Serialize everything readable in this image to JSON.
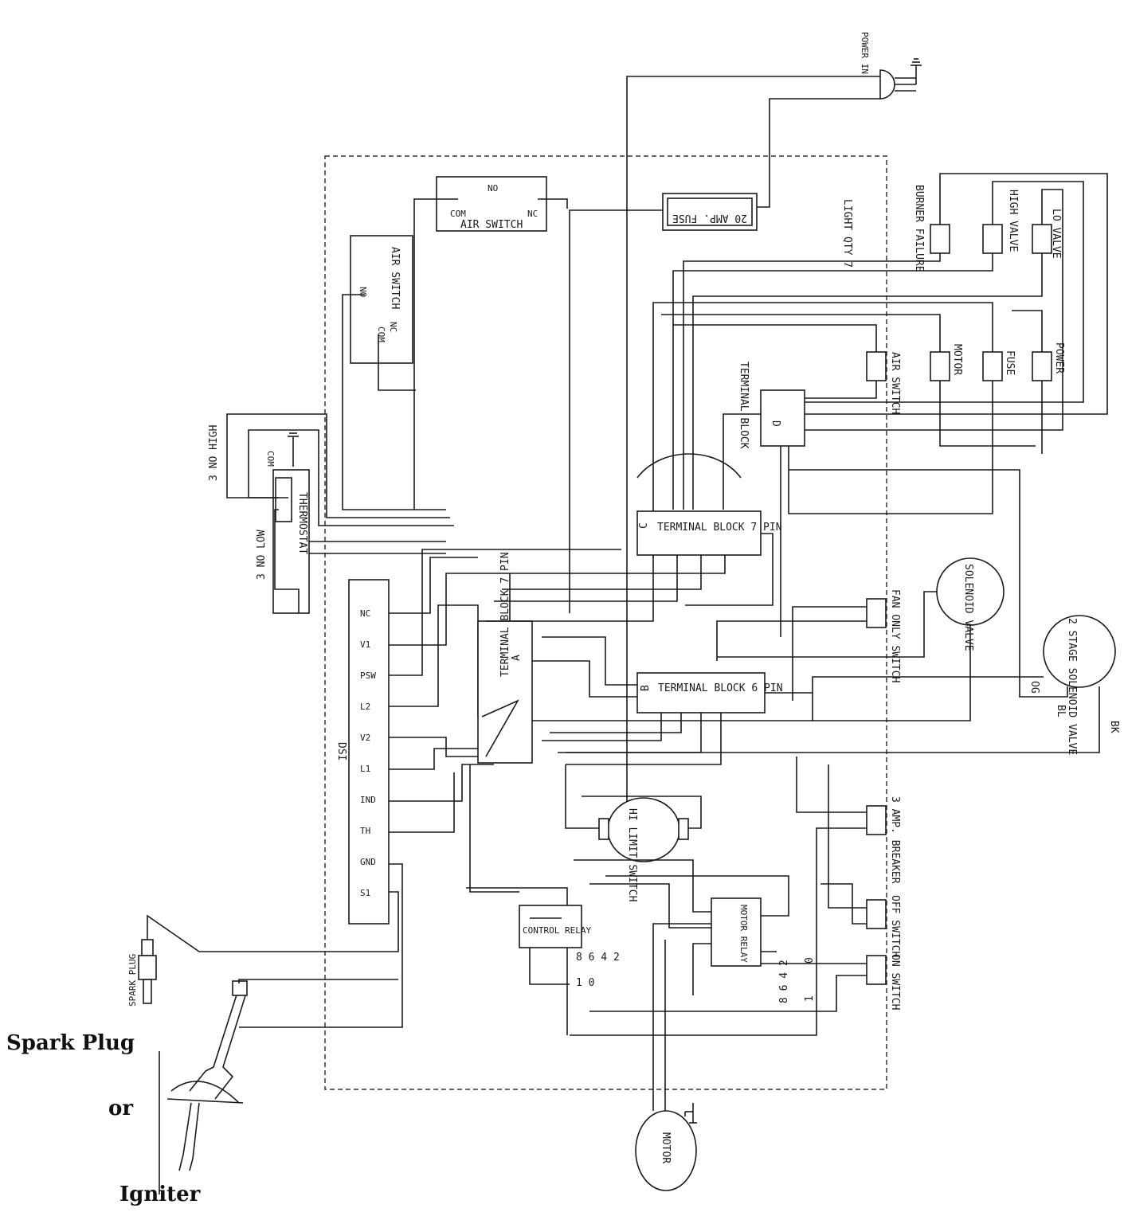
{
  "labels": {
    "power_in": "POWER IN",
    "light_qty": "LIGHT QTY  7",
    "fuse_20amp": "20 AMP. FUSE",
    "air_switch_top": "AIR SWITCH",
    "air_switch_top_nc": "NC",
    "air_switch_top_no": "NO",
    "air_switch_top_com": "COM",
    "air_switch_left": "AIR SWITCH",
    "air_switch_left_nc": "NC",
    "air_switch_left_no": "NO",
    "air_switch_left_com": "COM",
    "burner_failure": "BURNER FAILURE",
    "high_valve": "HIGH VALVE",
    "lo_valve": "LO VALVE",
    "air_switch_light": "AIR SWITCH",
    "motor_light": "MOTOR",
    "fuse_light": "FUSE",
    "power_light": "POWER",
    "terminal_block_d": "TERMINAL BLOCK",
    "terminal_block_d_letter": "D",
    "terminal_block_c": "TERMINAL BLOCK 7 PIN",
    "terminal_block_c_letter": "C",
    "terminal_block_a": "TERMINAL BLOCK 7 PIN",
    "terminal_block_a_letter": "A",
    "terminal_block_b": "TERMINAL BLOCK 6 PIN",
    "terminal_block_b_letter": "B",
    "thermostat": "THERMOSTAT",
    "thermostat_com": "COM",
    "no_high": "3 NO HIGH",
    "no_low": "3 NO LOW",
    "dsi": "DSI",
    "dsi_pins": [
      "NC",
      "V1",
      "PSW",
      "L2",
      "V2",
      "L1",
      "IND",
      "TH",
      "GND",
      "S1"
    ],
    "solenoid_valve": "SOLENOID VALVE",
    "stage2_solenoid": "2 STAGE SOLENOID VALVE",
    "fan_only_switch": "FAN ONLY SWITCH",
    "breaker_3amp": "3 AMP. BREAKER",
    "off_switch": "OFF SWITCH",
    "on_switch": "ON SWITCH",
    "hi_limit_switch": "HI LIMIT SWITCH",
    "control_relay": "CONTROL RELAY",
    "motor_relay": "MOTOR RELAY",
    "motor": "MOTOR",
    "spark_plug_small": "SPARK PLUG",
    "wire_og": "OG",
    "wire_bl": "BL",
    "wire_bk": "BK",
    "relay_nums_top": "8 6  4 2",
    "relay_nums_bottom": "1     0",
    "motor_relay_nums": "8  6  4 2",
    "motor_relay_num_0": "0",
    "motor_relay_num_1": "1",
    "caption_spark_plug": "Spark Plug",
    "caption_or": "or",
    "caption_igniter": "Igniter"
  }
}
